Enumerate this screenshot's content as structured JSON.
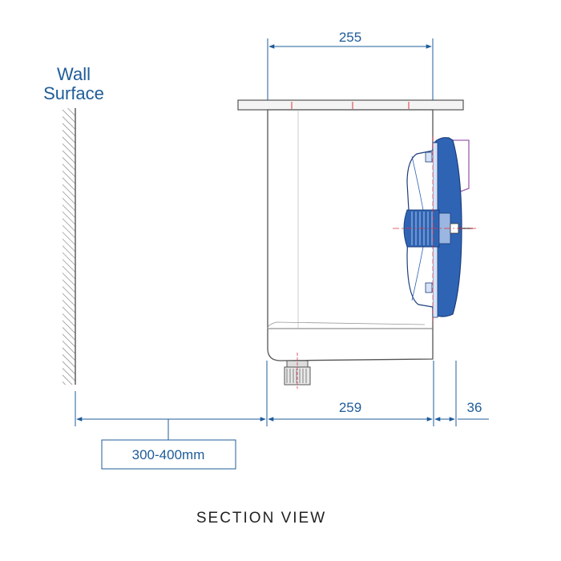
{
  "wall_label_line1": "Wall",
  "wall_label_line2": "Surface",
  "dimensions": {
    "top_width": "255",
    "bottom_width": "259",
    "fan_depth": "36",
    "wall_clearance": "300-400mm"
  },
  "caption": "SECTION VIEW",
  "colors": {
    "dimension": "#1f5c99",
    "fan_blue": "#2f64b5",
    "outline": "#555555",
    "center_line": "#e0323c",
    "bracket": "#9a5fb0"
  }
}
